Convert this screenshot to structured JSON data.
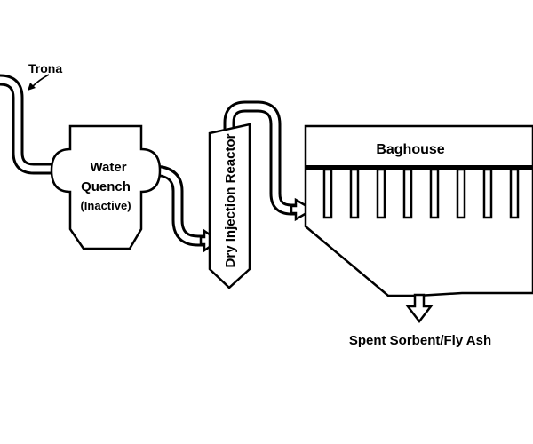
{
  "labels": {
    "trona": "Trona",
    "water_quench_line1": "Water",
    "water_quench_line2": "Quench",
    "water_quench_status": "(Inactive)",
    "reactor": "Dry Injection Reactor",
    "baghouse": "Baghouse",
    "output": "Spent Sorbent/Fly Ash"
  },
  "colors": {
    "line": "#000000",
    "background": "#ffffff"
  }
}
